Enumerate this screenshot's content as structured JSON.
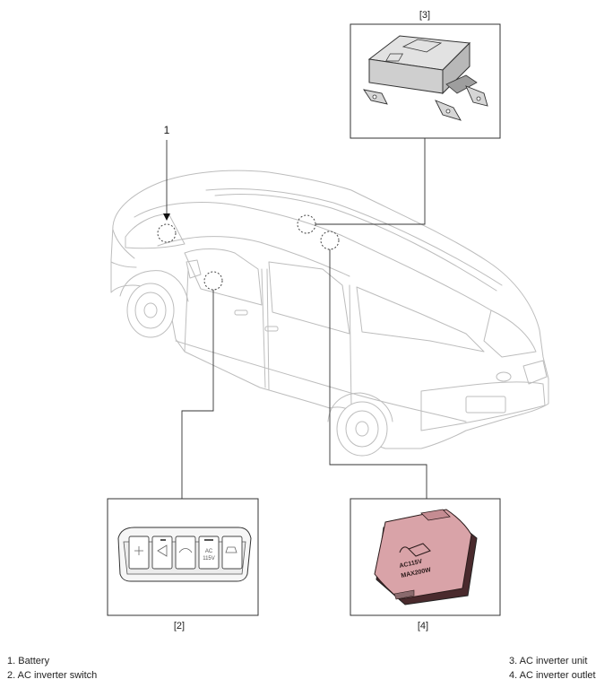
{
  "diagram": {
    "callout_1": "1",
    "tags": {
      "unit": "[3]",
      "switch": "[2]",
      "outlet": "[4]"
    },
    "legend_left": [
      "1. Battery",
      "2. AC inverter switch"
    ],
    "legend_right": [
      "3. AC inverter unit",
      "4. AC inverter outlet"
    ],
    "switch_panel": {
      "ac_label": "AC",
      "voltage_label": "115V"
    },
    "outlet": {
      "line1": "AC115V",
      "line2": "MAX200W"
    },
    "colors": {
      "outlet_body": "#d9a3a8",
      "outlet_shadow": "#4a2a2d",
      "line": "#333333",
      "vehicle_outline": "#bdbdbd"
    }
  }
}
